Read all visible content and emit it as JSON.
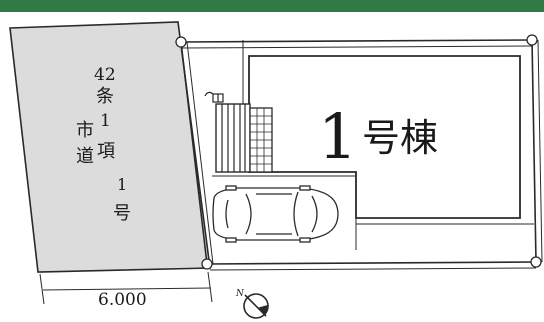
{
  "road": {
    "width_label": "42",
    "line1": "条",
    "line2": "1",
    "line3": "項",
    "line4": "1",
    "line5": "号",
    "name_line1": "市",
    "name_line2": "道",
    "width_dim": "6.000"
  },
  "building": {
    "number": "1",
    "suffix": "号棟"
  },
  "legend": {
    "north": "N"
  }
}
